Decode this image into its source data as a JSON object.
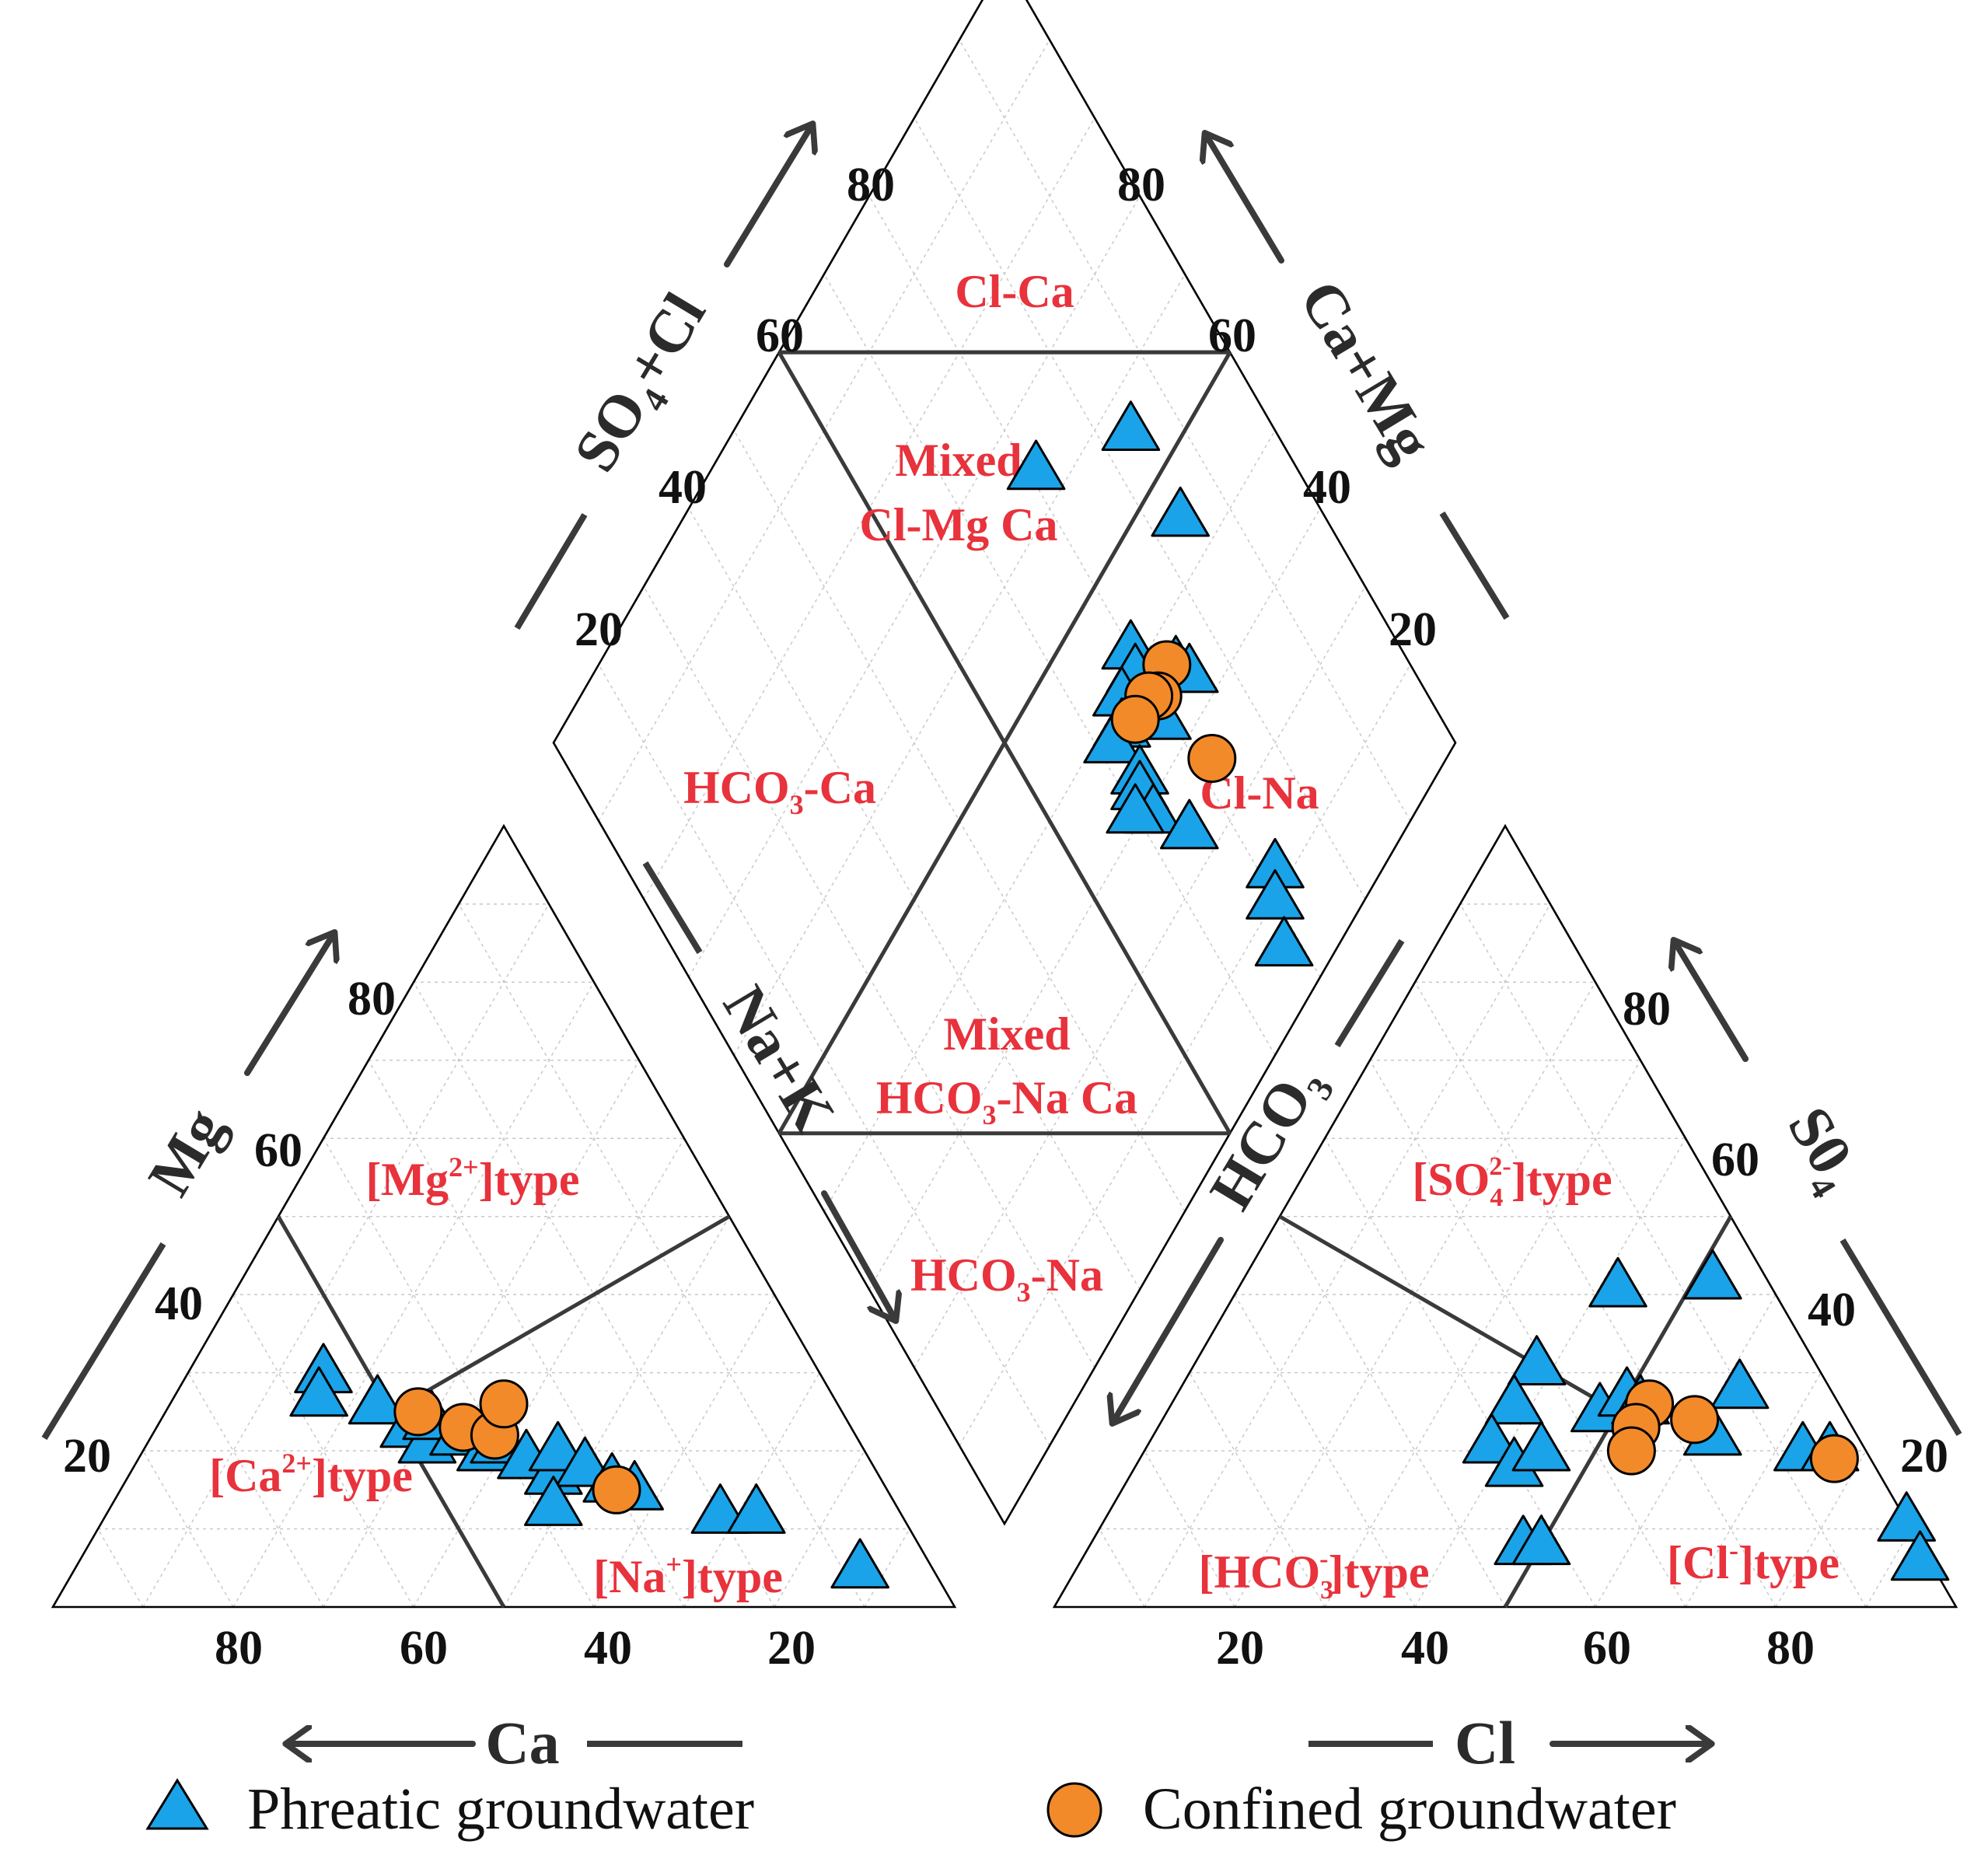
{
  "chart_data": {
    "type": "piper",
    "cation_triangle": {
      "axes": {
        "ca": "Ca",
        "mg": "Mg",
        "na_k": "Na+K"
      },
      "ca_ticks": [
        "80",
        "60",
        "40",
        "20"
      ],
      "mg_ticks": [
        "80",
        "60",
        "40",
        "20"
      ],
      "regions": {
        "mg": {
          "pre": "[Mg",
          "sup": "2+",
          "post": "]type"
        },
        "ca": {
          "pre": "[Ca",
          "sup": "2+",
          "post": "]type"
        },
        "na": {
          "pre": "[Na",
          "sup": "+",
          "post": "]type"
        }
      }
    },
    "anion_triangle": {
      "axes": {
        "cl": "Cl",
        "so4": "S0",
        "so4_sub": "4",
        "hco3": "HCO",
        "hco3_sub": "3"
      },
      "cl_ticks": [
        "20",
        "40",
        "60",
        "80"
      ],
      "so4_ticks": [
        "80",
        "60",
        "40",
        "20"
      ],
      "regions": {
        "so4": {
          "pre": "[SO",
          "sub": "4",
          "sup": "2-",
          "post": "]type"
        },
        "hco3": {
          "pre": "[HCO",
          "sub": "3",
          "sup": "-",
          "post": "]type"
        },
        "cl": {
          "pre": "[Cl",
          "sup": "-",
          "post": "]type"
        }
      }
    },
    "diamond": {
      "axes": {
        "so4cl_a": "SO",
        "so4cl_sub": "4",
        "so4cl_b": "+Cl",
        "camg": "Ca+Mg"
      },
      "so4cl_ticks": [
        "80",
        "60",
        "40",
        "20"
      ],
      "camg_ticks": [
        "80",
        "60",
        "40",
        "20"
      ],
      "regions": {
        "cl_ca": "Cl-Ca",
        "mixed_clmg_1": "Mixed",
        "mixed_clmg_2": "Cl-Mg Ca",
        "hco3_ca": {
          "pre": "HCO",
          "sub": "3",
          "post": "-Ca"
        },
        "cl_na": "Cl-Na",
        "mixed_hco3_1": "Mixed",
        "mixed_hco3_2": {
          "pre": "HCO",
          "sub": "3",
          "post": "-Na Ca"
        },
        "hco3_na": {
          "pre": "HCO",
          "sub": "3",
          "post": "-Na"
        }
      }
    },
    "series": [
      {
        "name": "Phreatic groundwater",
        "marker": "triangle",
        "color": "#1aa3e8",
        "cation_points": [
          {
            "ca": 55,
            "mg": 30
          },
          {
            "ca": 57,
            "mg": 27
          },
          {
            "ca": 51,
            "mg": 26
          },
          {
            "ca": 49,
            "mg": 23
          },
          {
            "ca": 48,
            "mg": 21
          },
          {
            "ca": 46,
            "mg": 24
          },
          {
            "ca": 44,
            "mg": 22
          },
          {
            "ca": 42,
            "mg": 20
          },
          {
            "ca": 40,
            "mg": 21
          },
          {
            "ca": 38,
            "mg": 19
          },
          {
            "ca": 36,
            "mg": 17
          },
          {
            "ca": 34,
            "mg": 20
          },
          {
            "ca": 32,
            "mg": 18
          },
          {
            "ca": 30,
            "mg": 16
          },
          {
            "ca": 28,
            "mg": 15
          },
          {
            "ca": 38,
            "mg": 13
          },
          {
            "ca": 20,
            "mg": 12
          },
          {
            "ca": 16,
            "mg": 12
          },
          {
            "ca": 8,
            "mg": 5
          }
        ],
        "anion_points": [
          {
            "cl": 42,
            "so4": 41
          },
          {
            "cl": 38,
            "so4": 31
          },
          {
            "cl": 38,
            "so4": 26
          },
          {
            "cl": 38,
            "so4": 21
          },
          {
            "cl": 42,
            "so4": 18
          },
          {
            "cl": 44,
            "so4": 20
          },
          {
            "cl": 48,
            "so4": 25
          },
          {
            "cl": 50,
            "so4": 27
          },
          {
            "cl": 52,
            "so4": 26
          },
          {
            "cl": 48,
            "so4": 8
          },
          {
            "cl": 50,
            "so4": 8
          },
          {
            "cl": 52,
            "so4": 42
          },
          {
            "cl": 62,
            "so4": 28
          },
          {
            "cl": 62,
            "so4": 22
          },
          {
            "cl": 73,
            "so4": 20
          },
          {
            "cl": 76,
            "so4": 20
          },
          {
            "cl": 89,
            "so4": 11
          },
          {
            "cl": 93,
            "so4": 6
          }
        ],
        "diamond_points": [
          {
            "so4cl": 84,
            "camg": 56
          },
          {
            "so4cl": 84,
            "camg": 45
          },
          {
            "so4cl": 71,
            "camg": 64
          },
          {
            "so4cl": 74,
            "camg": 36
          },
          {
            "so4cl": 75,
            "camg": 34
          },
          {
            "so4cl": 70,
            "camg": 42
          },
          {
            "so4cl": 69,
            "camg": 40
          },
          {
            "so4cl": 69,
            "camg": 34
          },
          {
            "so4cl": 66,
            "camg": 40
          },
          {
            "so4cl": 64,
            "camg": 38
          },
          {
            "so4cl": 62,
            "camg": 38
          },
          {
            "so4cl": 63,
            "camg": 33
          },
          {
            "so4cl": 62,
            "camg": 32
          },
          {
            "so4cl": 62,
            "camg": 29
          },
          {
            "so4cl": 60,
            "camg": 31
          },
          {
            "so4cl": 65,
            "camg": 24
          },
          {
            "so4cl": 72,
            "camg": 12
          },
          {
            "so4cl": 70,
            "camg": 10
          },
          {
            "so4cl": 68,
            "camg": 6
          }
        ]
      },
      {
        "name": "Confined groundwater",
        "marker": "circle",
        "color": "#f28a2a",
        "cation_points": [
          {
            "ca": 47,
            "mg": 25
          },
          {
            "ca": 43,
            "mg": 23
          },
          {
            "ca": 40,
            "mg": 22
          },
          {
            "ca": 37,
            "mg": 26
          },
          {
            "ca": 30,
            "mg": 15
          }
        ],
        "anion_points": [
          {
            "cl": 53,
            "so4": 26
          },
          {
            "cl": 53,
            "so4": 23
          },
          {
            "cl": 54,
            "so4": 20
          },
          {
            "cl": 59,
            "so4": 24
          },
          {
            "cl": 77,
            "so4": 19
          }
        ],
        "diamond_points": [
          {
            "so4cl": 73,
            "camg": 37
          },
          {
            "so4cl": 70,
            "camg": 36
          },
          {
            "so4cl": 69,
            "camg": 37
          },
          {
            "so4cl": 66,
            "camg": 37
          },
          {
            "so4cl": 72,
            "camg": 26
          }
        ]
      }
    ],
    "legend": {
      "position": "bottom"
    }
  }
}
